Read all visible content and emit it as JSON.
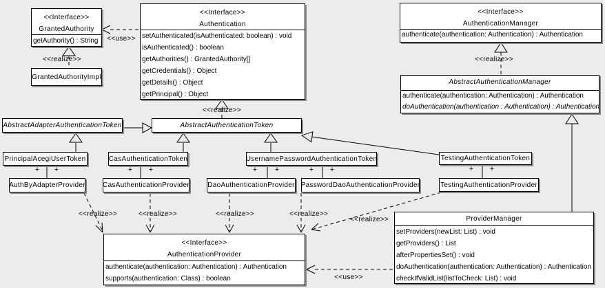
{
  "background_color": "#ececec",
  "box_fill_color": "#ffffff",
  "line_color": "#000000",
  "classes": {
    "granted_authority": {
      "stereotype": "<<Interface>>",
      "name": "GrantedAuthority",
      "methods": [
        "getAuthority() : String"
      ]
    },
    "granted_authority_impl": {
      "name": "GrantedAuthorityImpl"
    },
    "authentication": {
      "stereotype": "<<Interface>>",
      "name": "Authentication",
      "methods": [
        "setAuthenticated(isAuthenticated: boolean) : void",
        "isAuthenticated() : boolean",
        "getAuthorities() : GrantedAuthority[]",
        "getCredentials() : Object",
        "getDetails() : Object",
        "getPrincipal() : Object"
      ]
    },
    "authentication_manager": {
      "stereotype": "<<Interface>>",
      "name": "AuthenticationManager",
      "methods": [
        "authenticate(authentication: Authentication) : Authentication"
      ]
    },
    "abstract_authentication_manager": {
      "name": "AbstractAuthenticationManager",
      "methods": [
        "authenticate(authentication: Authentication) : Authentication",
        "doAuthentication(authentication : Authentication) : Authentication"
      ]
    },
    "abstract_adapter_authentication_token": {
      "name": "AbstractAdapterAuthenticationToken"
    },
    "abstract_authentication_token": {
      "name": "AbstractAuthenticationToken"
    },
    "principal_acegi_user_token": {
      "name": "PrincipalAcegiUserToken"
    },
    "cas_authentication_token": {
      "name": "CasAuthenticationToken"
    },
    "username_password_authentication_token": {
      "name": "UsernamePasswordAuthenticationToken"
    },
    "testing_authentication_token": {
      "name": "TestingAuthenticationToken"
    },
    "auth_by_adapter_provider": {
      "name": "AuthByAdapterProvider"
    },
    "cas_authentication_provider": {
      "name": "CasAuthenticationProvider"
    },
    "dao_authentication_provider": {
      "name": "DaoAuthenticationProvider"
    },
    "password_dao_authentication_provider": {
      "name": "PasswordDaoAuthenticationProvider"
    },
    "testing_authentication_provider": {
      "name": "TestingAuthenticationProvider"
    },
    "authentication_provider": {
      "stereotype": "<<Interface>>",
      "name": "AuthenticationProvider",
      "methods": [
        "authenticate(authentication: Authentication) : Authentication",
        "supports(authentication: Class) : boolean"
      ]
    },
    "provider_manager": {
      "name": "ProviderManager",
      "methods": [
        "setProviders(newList: List) : void",
        "getProviders() : List",
        "afterPropertiesSet() : void",
        "doAuthentication(authentication: Authentication) : Authentication",
        "checkIfValidList(listToCheck: List) : void"
      ]
    }
  },
  "edge_labels": {
    "use": "<<use>>",
    "realize": "<<realize>>",
    "multiplicity_plus": "+"
  }
}
